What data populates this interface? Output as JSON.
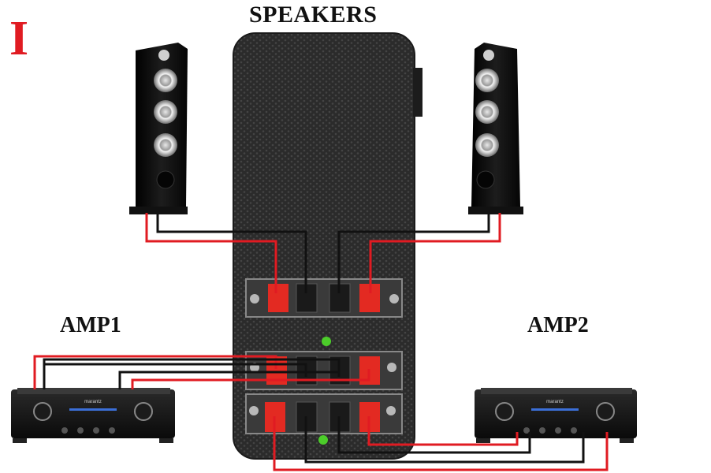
{
  "corner_mark": "I",
  "title": "SPEAKERS",
  "amp_left_label": "AMP1",
  "amp_right_label": "AMP2",
  "amp_brand": "marantz",
  "colors": {
    "positive_wire": "#e01b22",
    "negative_wire": "#111111",
    "indicator_led": "#4ccd2a",
    "terminal_red": "#e32a22",
    "switch_body": "#2a2a2a"
  }
}
